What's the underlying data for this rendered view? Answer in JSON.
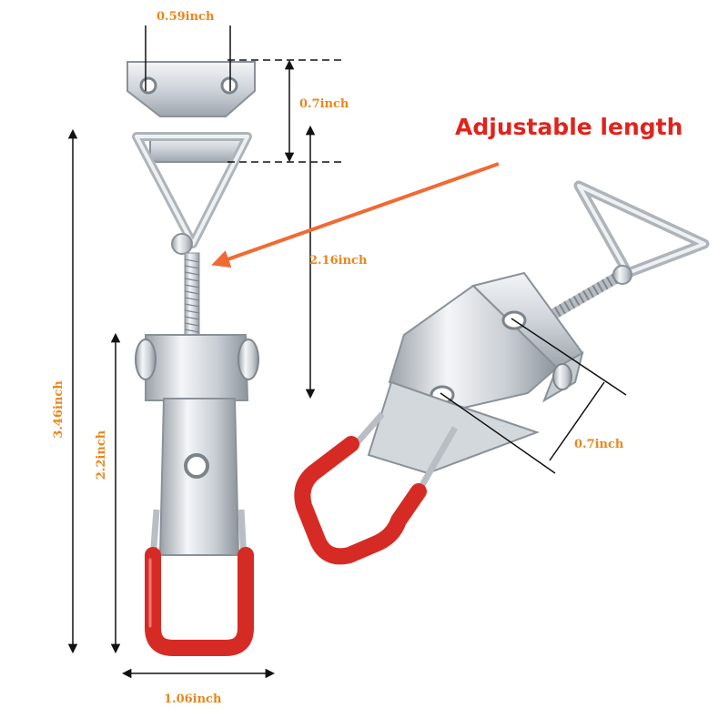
{
  "title": "Adjustable length",
  "colors": {
    "dimension_text": "#e8871e",
    "callout_text": "#e0231c",
    "callout_arrow": "#f06a33",
    "metal": "#d9dde2",
    "grip": "#d62b25"
  },
  "dimensions": {
    "hole_spacing_top": "0.59inch",
    "plate_height": "0.7inch",
    "adjust_length": "2.16inch",
    "total_length": "3.46inch",
    "hook_length": "2.2inch",
    "width": "1.06inch",
    "side_hole_spacing": "0.7inch"
  }
}
